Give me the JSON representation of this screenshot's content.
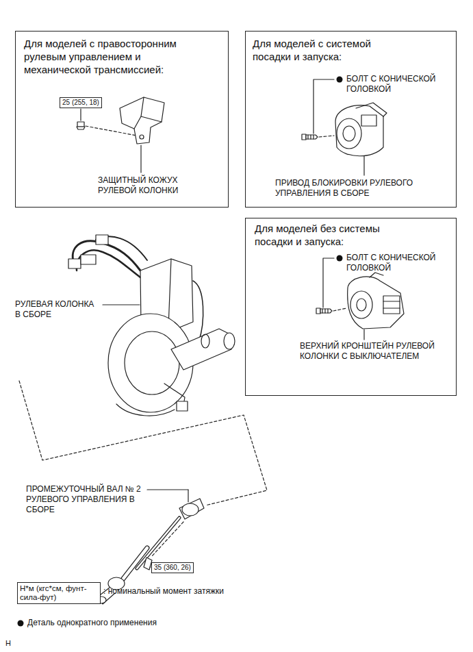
{
  "diagram": {
    "nodes": [
      {
        "text": [
          "Для моделей с правосторонним рулевым управлением и механической трансмиссией:"
        ]
      },
      {
        "text": [
          "25 (255, 18)"
        ],
        "in": 0
      },
      {
        "text": [
          "Для моделей с системой посадки и запуска:"
        ]
      },
      {
        "text": [
          "Для моделей без системы посадки и запуска:"
        ]
      },
      {
        "text": [
          "35 (360, 26)"
        ]
      },
      {
        "text": [
          "Н*м (кгс*см, фунт-сила-фут)"
        ]
      }
    ],
    "labels": [
      "ЗАЩИТНЫЙ КОЖУХ РУЛЕВОЙ КОЛОНКИ",
      "БОЛТ С КОНИЧЕСКОЙ ГОЛОВКОЙ",
      "ПРИВОД БЛОКИРОВКИ РУЛЕВОГО УПРАВЛЕНИЯ В СБОРЕ",
      "БОЛТ С КОНИЧЕСКОЙ ГОЛОВКОЙ",
      "ВЕРХНИЙ КРОНШТЕЙН РУЛЕВОЙ КОЛОНКИ С ВЫКЛЮЧАТЕЛЕМ",
      "РУЛЕВАЯ КОЛОНКА В СБОРЕ",
      "ПРОМЕЖУТОЧНЫЙ ВАЛ № 2 РУЛЕВОГО УПРАВЛЕНИЯ В СБОРЕ",
      "H"
    ],
    "legend": [
      {
        "text": ": номинальный момент затяжки"
      },
      {
        "text": "Деталь однократного применения"
      }
    ]
  }
}
